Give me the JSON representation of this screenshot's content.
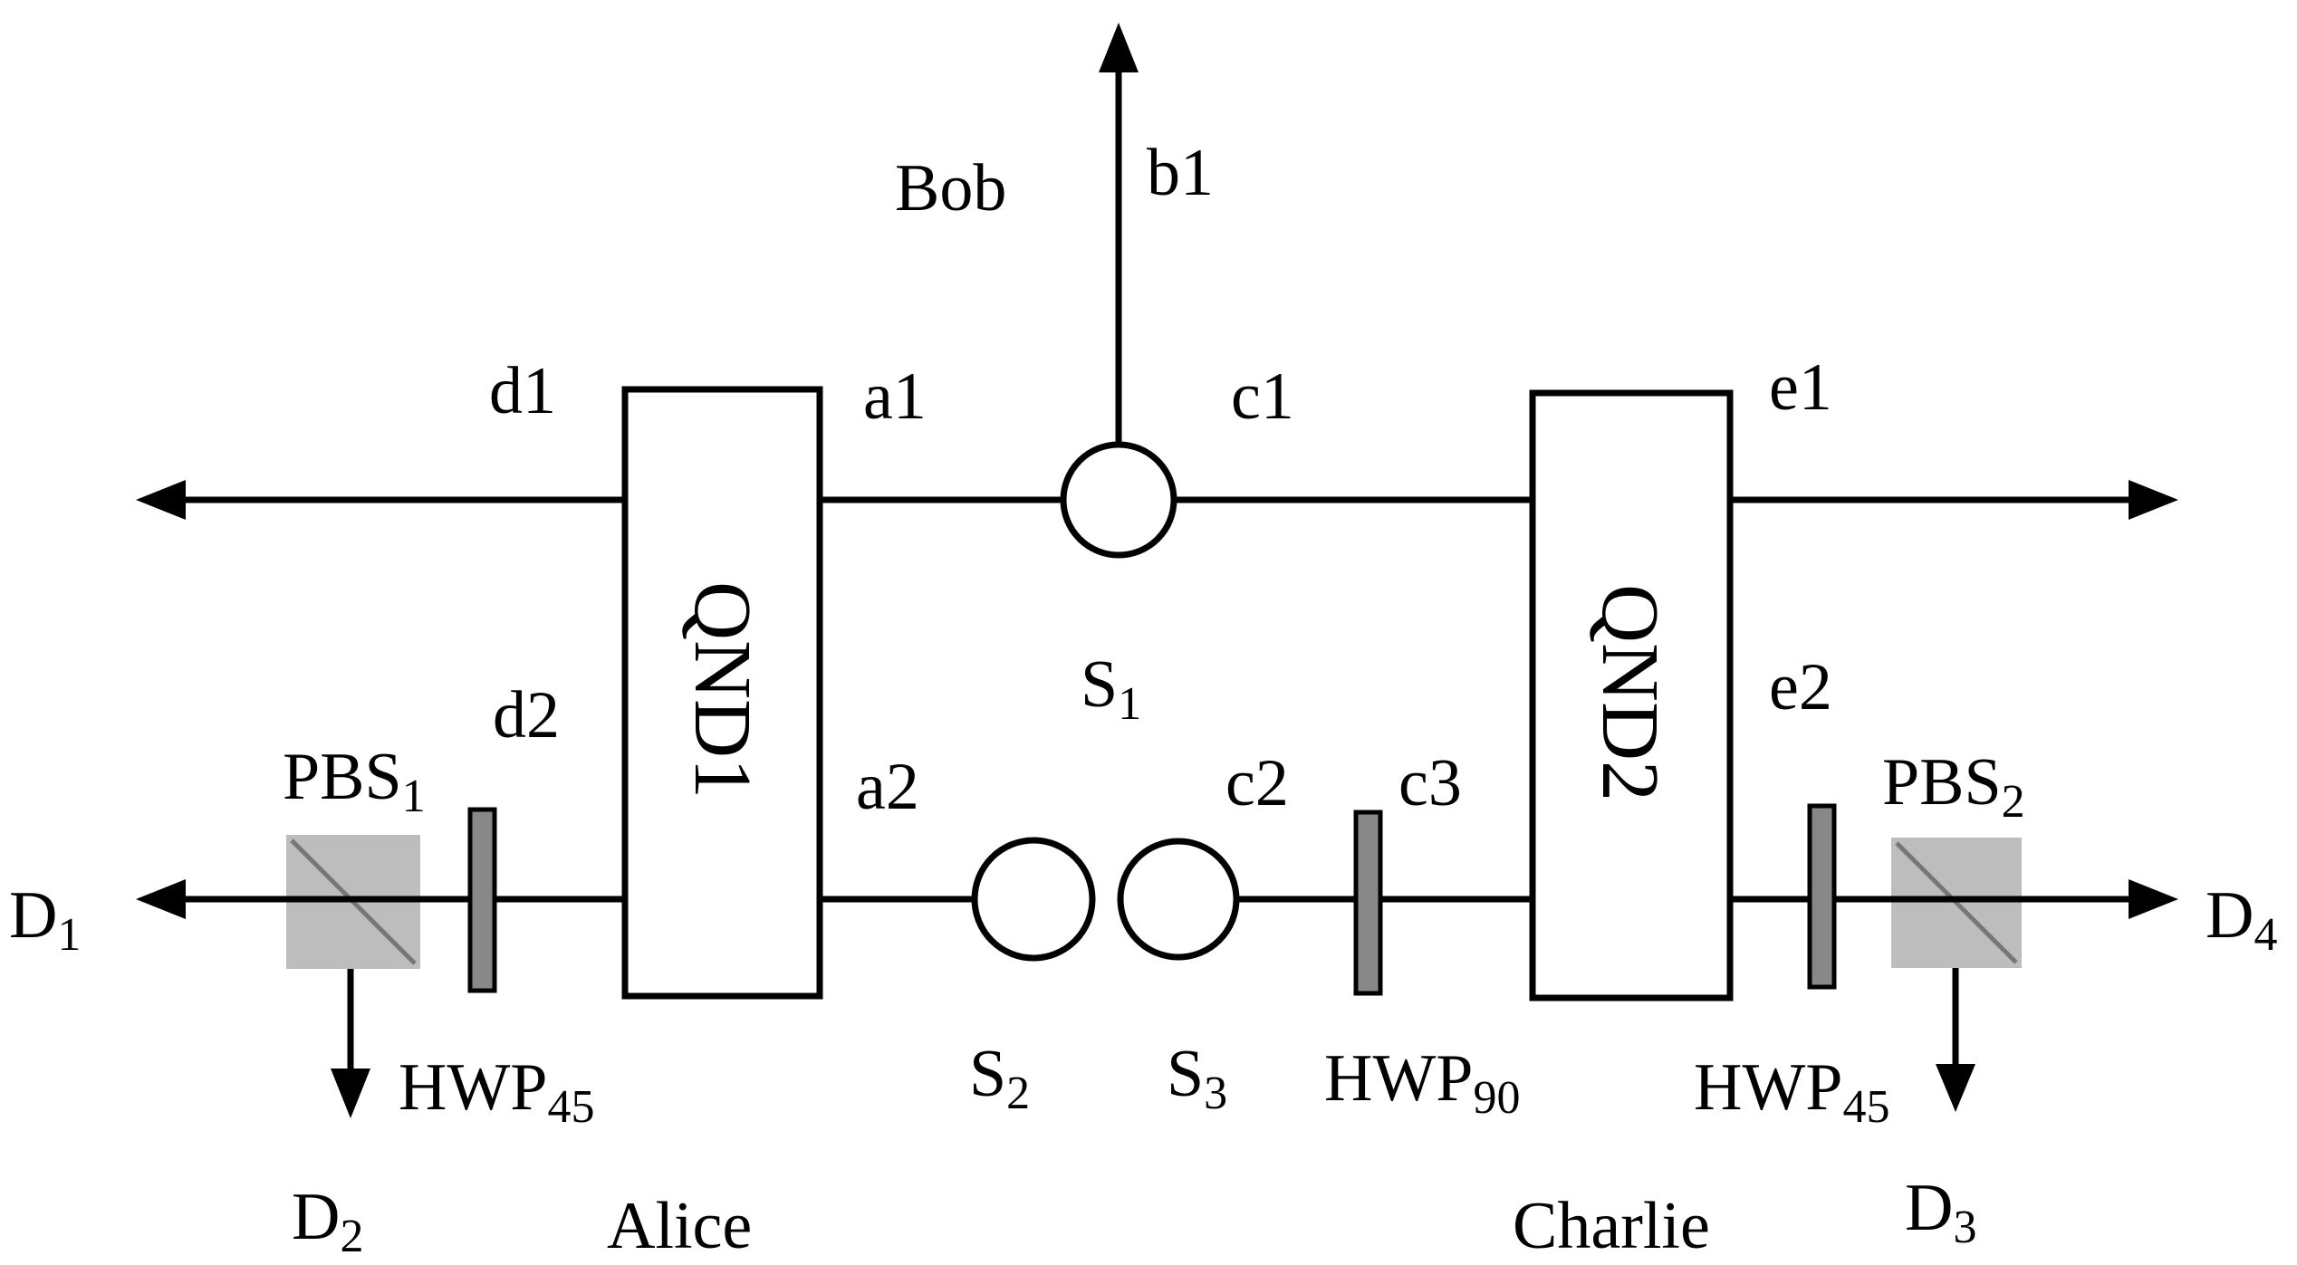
{
  "labels": {
    "bob": "Bob",
    "alice": "Alice",
    "charlie": "Charlie",
    "b1": "b1",
    "a1": "a1",
    "a2": "a2",
    "c1": "c1",
    "c2": "c2",
    "c3": "c3",
    "d1": "d1",
    "d2": "d2",
    "e1": "e1",
    "e2": "e2"
  },
  "qnd1": "QND1",
  "qnd2": "QND2",
  "sources": {
    "s1": {
      "base": "S",
      "sub": "1"
    },
    "s2": {
      "base": "S",
      "sub": "2"
    },
    "s3": {
      "base": "S",
      "sub": "3"
    }
  },
  "detectors": {
    "d1": {
      "base": "D",
      "sub": "1"
    },
    "d2": {
      "base": "D",
      "sub": "2"
    },
    "d3": {
      "base": "D",
      "sub": "3"
    },
    "d4": {
      "base": "D",
      "sub": "4"
    }
  },
  "components": {
    "pbs1": {
      "base": "PBS",
      "sub": "1"
    },
    "pbs2": {
      "base": "PBS",
      "sub": "2"
    },
    "hwp45_left": {
      "base": "HWP",
      "sub": "45"
    },
    "hwp90": {
      "base": "HWP",
      "sub": "90"
    },
    "hwp45_right": {
      "base": "HWP",
      "sub": "45"
    }
  }
}
